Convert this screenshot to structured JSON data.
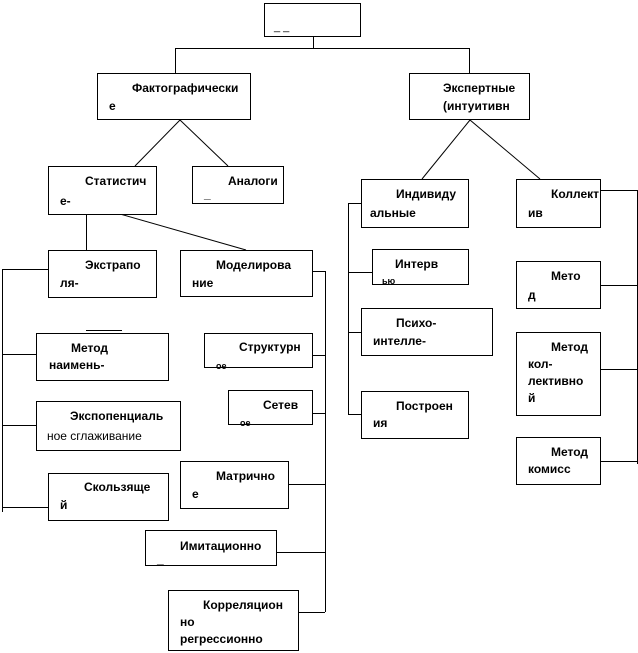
{
  "nodes": {
    "root": {
      "line1": "_ _"
    },
    "factographic": {
      "line1": "Фактографически",
      "line2": "е"
    },
    "expert": {
      "line1": "Экспертные",
      "line2": "(интуитивн"
    },
    "statistical": {
      "line1": "Статистич",
      "line2": "е-"
    },
    "analogy": {
      "line1": "Аналоги",
      "line2": "_"
    },
    "individual": {
      "line1": "Индивиду",
      "line2": "альные"
    },
    "collective": {
      "line1": "Коллект",
      "line2": "ив"
    },
    "extrapolation": {
      "line1": "Экстрапо",
      "line2": "ля-"
    },
    "modeling": {
      "line1": "Моделирова",
      "line2": "ние"
    },
    "least_squares": {
      "line1": "Метод",
      "line2": "наимень-"
    },
    "exp_smoothing": {
      "line1": "Экспопенциаль",
      "line2": "ное сглаживание"
    },
    "moving": {
      "line1": "Скользяще",
      "line2": "й"
    },
    "structural": {
      "line1": "Структурн",
      "line2": "ое"
    },
    "network": {
      "line1": "Сетев",
      "line2": "ое"
    },
    "matrix": {
      "line1": "Матрично",
      "line2": "е"
    },
    "simulation": {
      "line1": "Имитационно",
      "line2": "_"
    },
    "correlation": {
      "line1": "Корреляцион",
      "line2": "но",
      "line3": "регрессионно"
    },
    "interview": {
      "line1": "Интерв",
      "line2": "ью"
    },
    "psycho": {
      "line1": "Психо-",
      "line2": "интелле-"
    },
    "building": {
      "line1": "Построен",
      "line2": "ия"
    },
    "method_d": {
      "line1": "Мето",
      "line2": "д"
    },
    "method_coll": {
      "line1": "Метод",
      "line2": "кол-",
      "line3": "лективно",
      "line4": "й"
    },
    "method_comm": {
      "line1": "Метод",
      "line2": "комисс"
    }
  }
}
